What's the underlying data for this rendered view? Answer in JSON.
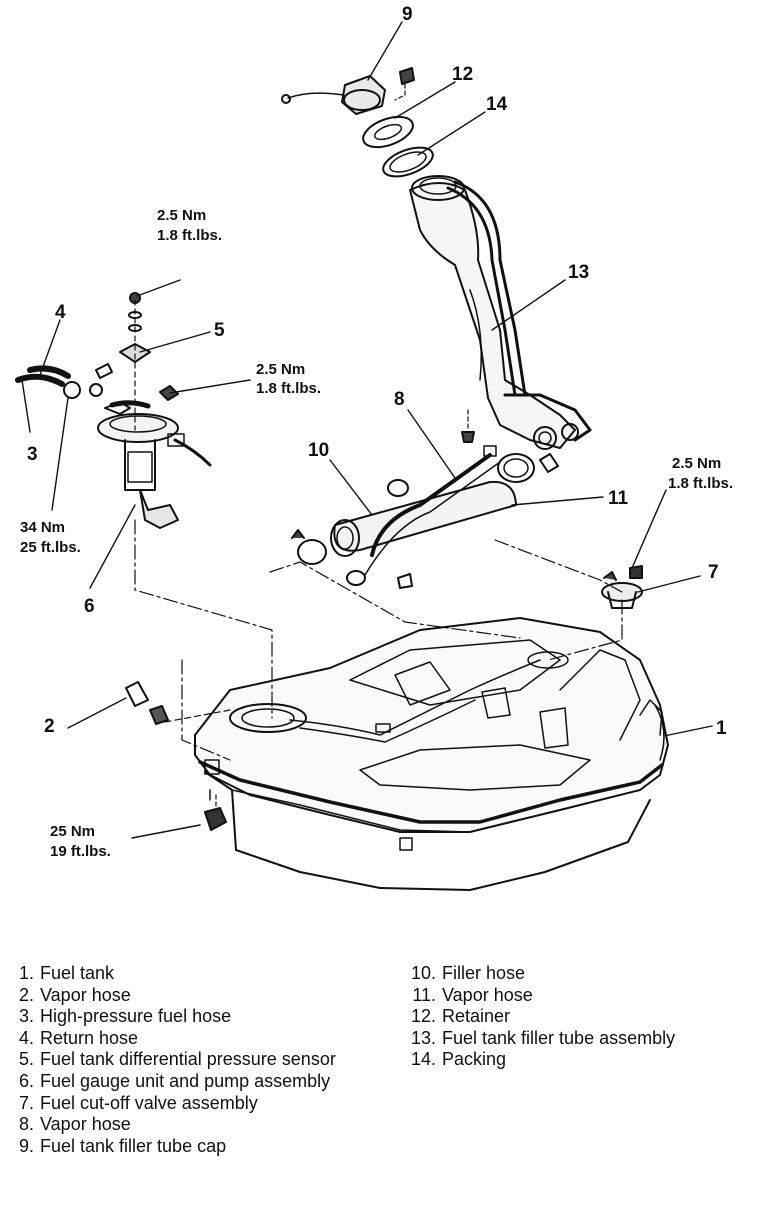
{
  "callouts": {
    "c1": "1",
    "c2": "2",
    "c3": "3",
    "c4": "4",
    "c5": "5",
    "c6": "6",
    "c7": "7",
    "c8": "8",
    "c9": "9",
    "c10": "10",
    "c11": "11",
    "c12": "12",
    "c13": "13",
    "c14": "14"
  },
  "torques": {
    "sensor_nut": {
      "nm": "2.5 Nm",
      "ftlbs": "1.8 ft.lbs."
    },
    "pump_nut": {
      "nm": "2.5 Nm",
      "ftlbs": "1.8 ft.lbs."
    },
    "hose_bolt": {
      "nm": "34 Nm",
      "ftlbs": "25 ft.lbs."
    },
    "valve_nut": {
      "nm": "2.5 Nm",
      "ftlbs": "1.8 ft.lbs."
    },
    "tank_nut": {
      "nm": "25 Nm",
      "ftlbs": "19 ft.lbs."
    }
  },
  "legend_left": [
    {
      "num": "1.",
      "text": "Fuel tank"
    },
    {
      "num": "2.",
      "text": "Vapor hose"
    },
    {
      "num": "3.",
      "text": "High-pressure fuel hose"
    },
    {
      "num": "4.",
      "text": "Return hose"
    },
    {
      "num": "5.",
      "text": "Fuel tank differential pressure sensor"
    },
    {
      "num": "6.",
      "text": "Fuel gauge unit and pump assembly"
    },
    {
      "num": "7.",
      "text": "Fuel cut-off valve assembly"
    },
    {
      "num": "8.",
      "text": "Vapor hose"
    },
    {
      "num": "9.",
      "text": "Fuel tank filler tube cap"
    }
  ],
  "legend_right": [
    {
      "num": "10.",
      "text": "Filler hose"
    },
    {
      "num": "11.",
      "text": "Vapor hose"
    },
    {
      "num": "12.",
      "text": "Retainer"
    },
    {
      "num": "13.",
      "text": "Fuel tank filler tube assembly"
    },
    {
      "num": "14.",
      "text": "Packing"
    }
  ]
}
